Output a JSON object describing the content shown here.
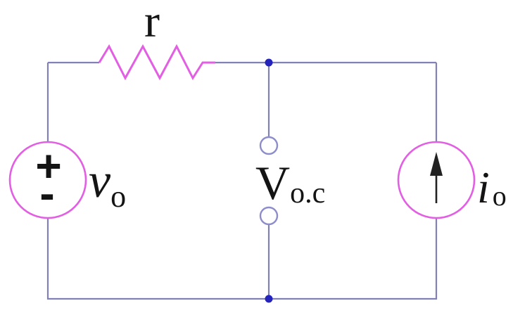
{
  "diagram": {
    "components": {
      "resistor": {
        "label": "r"
      },
      "voltage_source": {
        "label_main": "v",
        "label_sub": "o",
        "polarity_plus": "+",
        "polarity_minus": "-"
      },
      "open_circuit": {
        "label_main": "V",
        "label_sub": "o.c"
      },
      "current_source": {
        "label_main": "i",
        "label_sub": "o"
      }
    },
    "colors": {
      "wire": "#8181b5",
      "component": "#e25ee2",
      "terminal": "#8d8dcc",
      "junction": "#2424bd",
      "arrow": "#222222",
      "text": "#141414",
      "background": "#ffffff"
    }
  }
}
